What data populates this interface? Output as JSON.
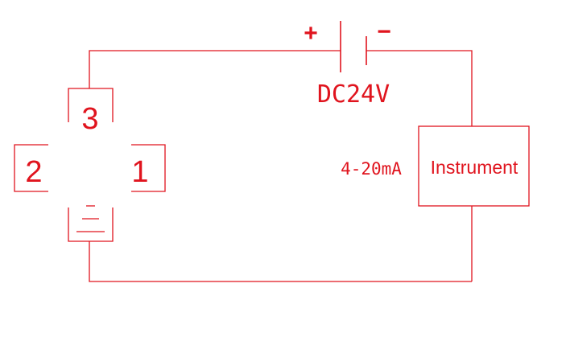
{
  "colors": {
    "line": "#e0141e",
    "text": "#e0141e"
  },
  "battery": {
    "positive_symbol": "+",
    "negative_symbol": "−",
    "voltage_label": "DC24V"
  },
  "signal_label": "4-20mA",
  "instrument_label": "Instrument",
  "connector": {
    "pins": [
      "1",
      "2",
      "3"
    ],
    "ground_icon": "ground-icon"
  }
}
